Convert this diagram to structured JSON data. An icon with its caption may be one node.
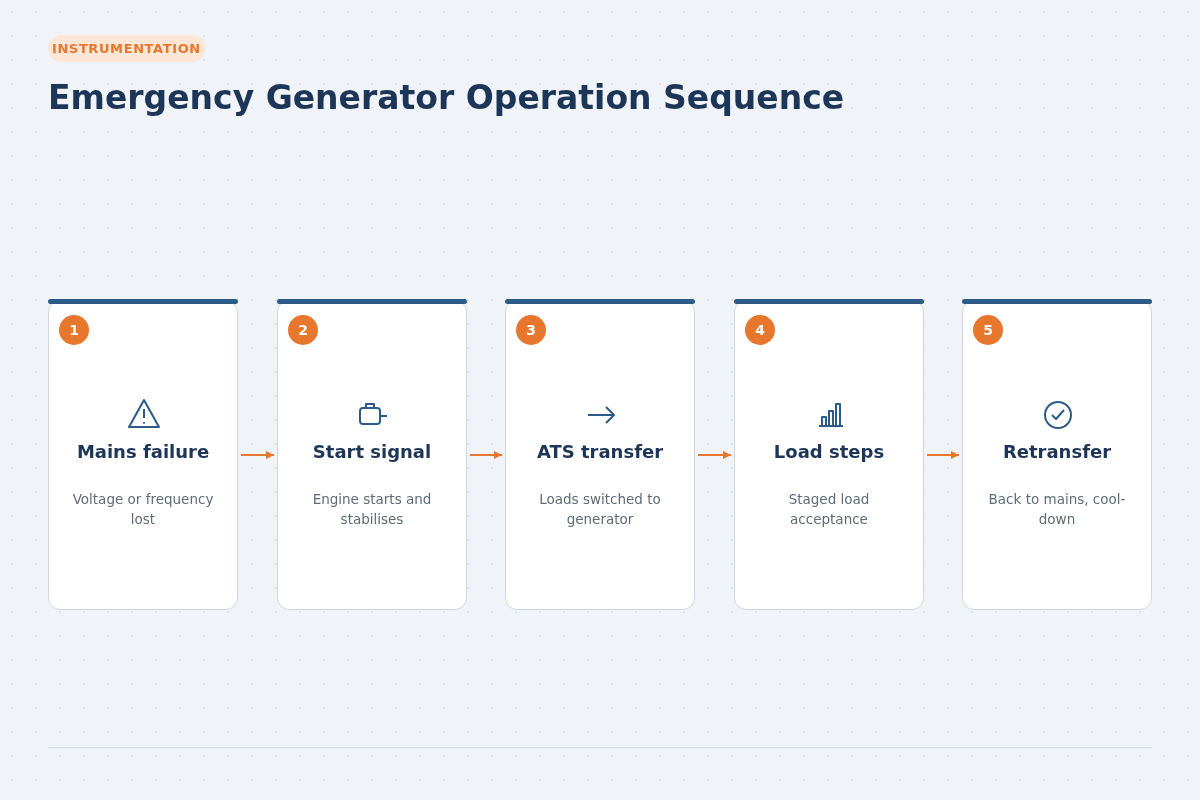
{
  "diagram": {
    "title": "Emergency Generator Operation Sequence",
    "nodes": [
      {
        "text": [
          "1",
          "Mains failure",
          "Voltage or frequency lost"
        ]
      },
      {
        "text": [
          "2",
          "Start signal",
          "Engine starts and stabilises"
        ]
      },
      {
        "text": [
          "3",
          "ATS transfer",
          "Loads switched to generator"
        ]
      },
      {
        "text": [
          "4",
          "Load steps",
          "Staged load acceptance"
        ]
      },
      {
        "text": [
          "5",
          "Retransfer",
          "Back to mains, cool-down"
        ]
      }
    ],
    "edges": [
      {
        "from": 0,
        "to": 1,
        "arrow": "to"
      },
      {
        "from": 1,
        "to": 2,
        "arrow": "to"
      },
      {
        "from": 2,
        "to": 3,
        "arrow": "to"
      },
      {
        "from": 3,
        "to": 4,
        "arrow": "to"
      }
    ],
    "labels": [
      "INSTRUMENTATION"
    ]
  }
}
